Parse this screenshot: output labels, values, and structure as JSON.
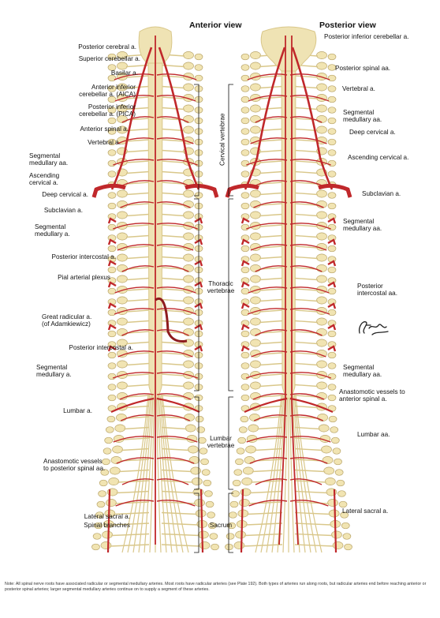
{
  "views": {
    "anterior": {
      "title": "Anterior view",
      "labels": [
        "Posterior cerebral a.",
        "Superior cerebellar a.",
        "Basilar a.",
        "Anterior inferior",
        "cerebellar a. (AICA)",
        "Posterior inferior",
        "cerebellar a. (PICA)",
        "Anterior spinal a.",
        "Vertebral a.",
        "Segmental",
        "medullary aa.",
        "Ascending",
        "cervical a.",
        "Deep cervical a.",
        "Subclavian a.",
        "Segmental",
        "medullary a.",
        "Posterior intercostal a.",
        "Pial arterial plexus",
        "Great radicular a.",
        "(of Adamkiewicz)",
        "Posterior intercostal a.",
        "Segmental",
        "medullary a.",
        "Lumbar a.",
        "Anastomotic vessels",
        "to posterior spinal aa.",
        "Lateral sacral a.",
        "Spinal branches"
      ]
    },
    "posterior": {
      "title": "Posterior view",
      "labels": [
        "Posterior inferior cerebellar a.",
        "Posterior spinal aa.",
        "Vertebral a.",
        "Segmental",
        "medullary aa.",
        "Deep cervical a.",
        "Ascending cervical a.",
        "Subclavian a.",
        "Segmental",
        "medullary aa.",
        "Posterior",
        "intercostal aa.",
        "Segmental",
        "medullary aa.",
        "Anastomotic vessels to",
        "anterior spinal a.",
        "Lumbar aa.",
        "Lateral sacral a."
      ]
    }
  },
  "regions": {
    "cervical": "Cervical vertebrae",
    "thoracic_1": "Thoracic",
    "thoracic_2": "vertebrae",
    "lumbar_1": "Lumbar",
    "lumbar_2": "vertebrae",
    "sacrum": "Sacrum"
  },
  "note": "Note: All spinal nerve roots have associated radicular or segmental medullary arteries. Most roots have radicular arteries (see Plate 192). Both types of arteries run along roots, but radicular arteries end before reaching anterior or posterior spinal arteries; larger segmental medullary arteries continue on to supply a segment of these arteries.",
  "colors": {
    "artery": "#c0282b",
    "artery_dark": "#8e1b1e",
    "cord": "#efe3b4",
    "cord_shade": "#d9c78a",
    "vertebra": "#f1e4b2",
    "vertebra_line": "#b9a56a"
  }
}
